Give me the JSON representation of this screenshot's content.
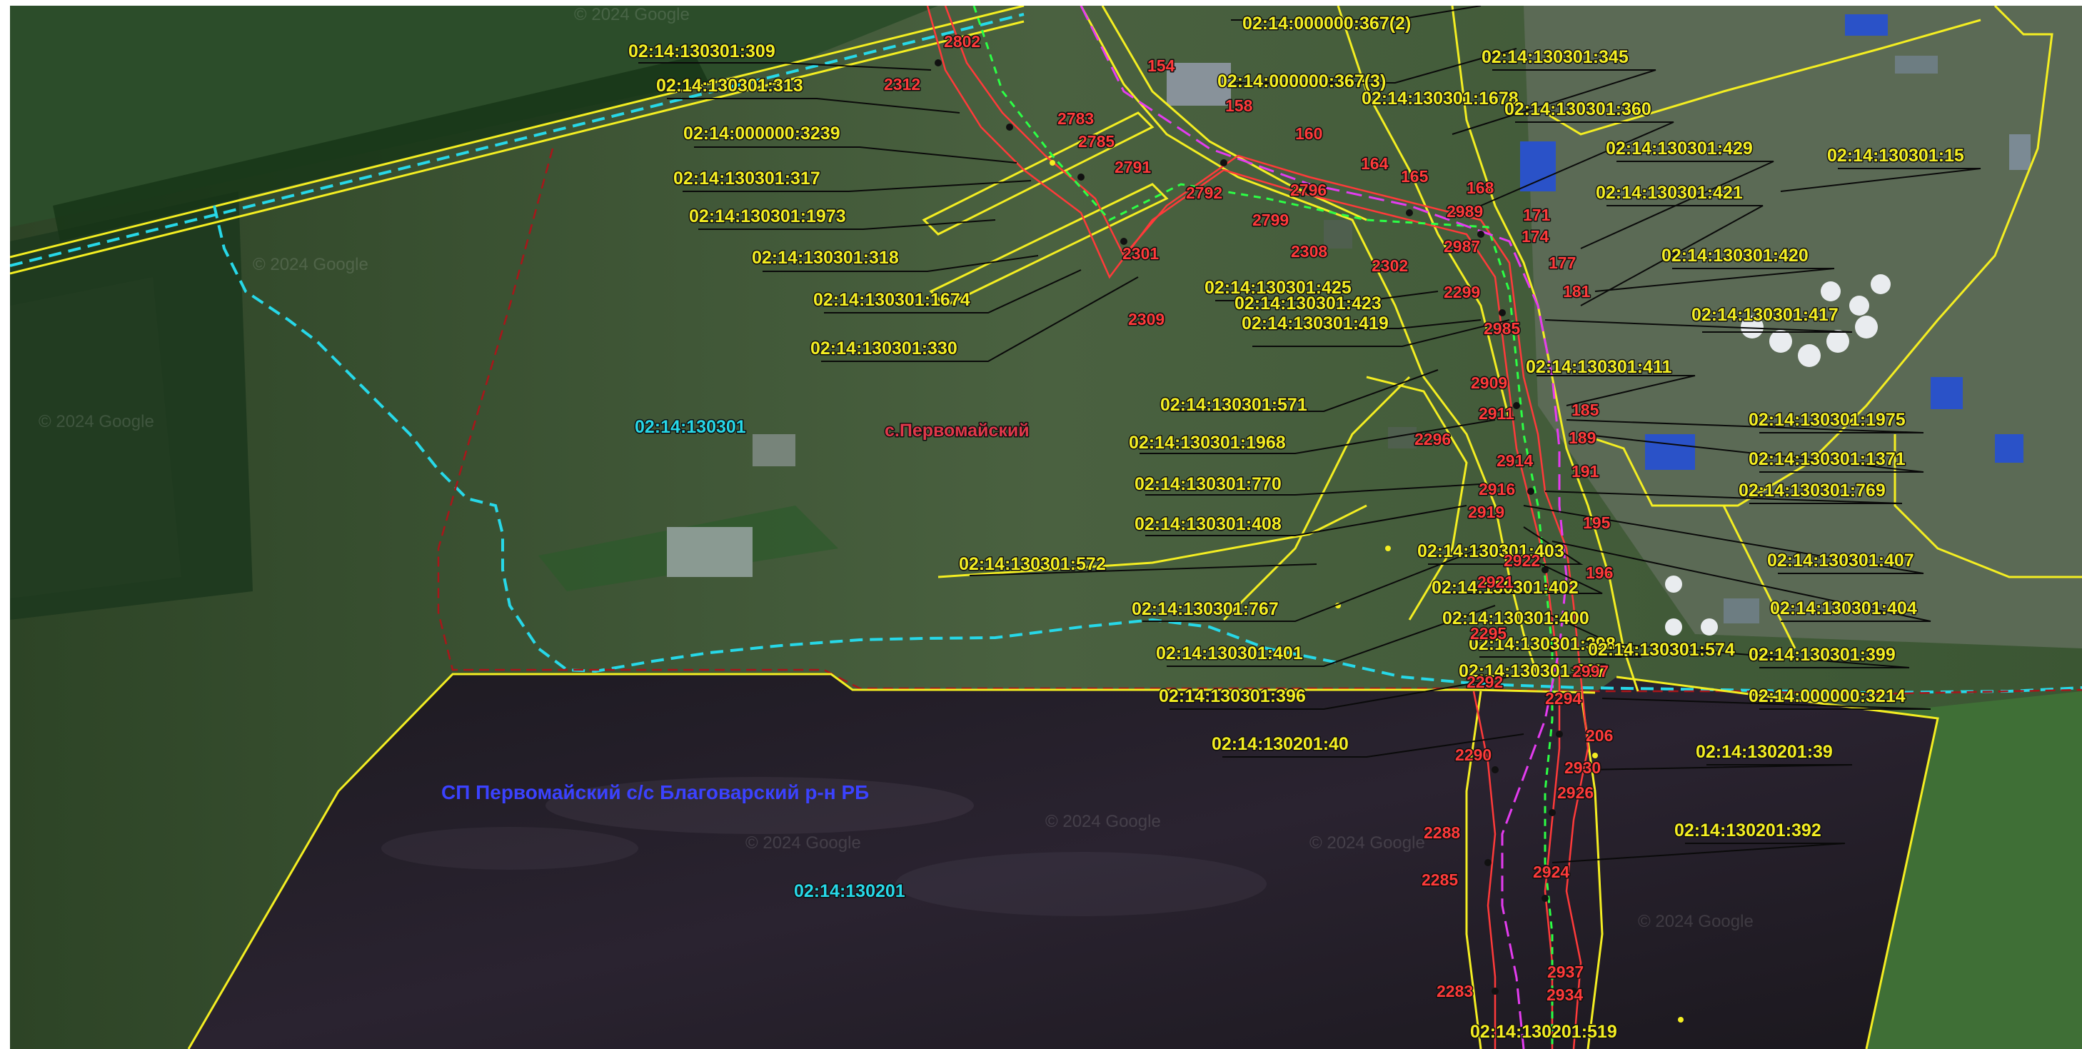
{
  "colors": {
    "parcel_border": "#f4ee22",
    "survey_red": "#ff3a3a",
    "dark_red_boundary": "#a8161a",
    "cyan_boundary": "#27d8e8",
    "green_axis": "#2cff45",
    "magenta_axis": "#e43cf0",
    "leader_line": "#0a0a0a",
    "settlement_label": "#e0384a",
    "municipality_label": "#3b42ff"
  },
  "map": {
    "settlement_name": "с.Первомайский",
    "municipality_name": "СП Первомайский с/с Благоварский р-н РБ",
    "quarters": [
      "02:14:130301",
      "02:14:130201"
    ],
    "watermark": "© 2024 Google",
    "cadastral_labels": [
      "02:14:000000:367(2)",
      "02:14:130301:309",
      "02:14:130301:313",
      "02:14:000000:3239",
      "02:14:130301:317",
      "02:14:130301:1973",
      "02:14:130301:318",
      "02:14:130301:1674",
      "02:14:130301:330",
      "02:14:000000:367(3)",
      "02:14:130301:345",
      "02:14:130301:1678",
      "02:14:130301:360",
      "02:14:130301:429",
      "02:14:130301:15",
      "02:14:130301:421",
      "02:14:130301:420",
      "02:14:130301:425",
      "02:14:130301:423",
      "02:14:130301:419",
      "02:14:130301:417",
      "02:14:130301:411",
      "02:14:130301:571",
      "02:14:130301:1968",
      "02:14:130301:1975",
      "02:14:130301:1371",
      "02:14:130301:770",
      "02:14:130301:769",
      "02:14:130301:408",
      "02:14:130301:403",
      "02:14:130301:407",
      "02:14:130301:572",
      "02:14:130301:402",
      "02:14:130301:767",
      "02:14:130301:400",
      "02:14:130301:404",
      "02:14:130301:401",
      "02:14:130301:398",
      "02:14:130301:574",
      "02:14:130301:399",
      "02:14:130301:397",
      "02:14:130301:396",
      "02:14:000000:3214",
      "02:14:130201:40",
      "02:14:130201:39",
      "02:14:130201:392",
      "02:14:130201:519"
    ],
    "point_numbers": [
      "2802",
      "2312",
      "154",
      "158",
      "2783",
      "2785",
      "160",
      "2791",
      "164",
      "165",
      "2792",
      "2796",
      "168",
      "2799",
      "2989",
      "171",
      "174",
      "2308",
      "2987",
      "177",
      "2301",
      "2302",
      "181",
      "2299",
      "2309",
      "2985",
      "2909",
      "185",
      "2911",
      "189",
      "2296",
      "2914",
      "191",
      "2916",
      "2919",
      "195",
      "2922",
      "196",
      "2921",
      "2295",
      "2997",
      "2292",
      "2294",
      "206",
      "2290",
      "2930",
      "2926",
      "2288",
      "2924",
      "2285",
      "2937",
      "2283",
      "2934"
    ]
  }
}
